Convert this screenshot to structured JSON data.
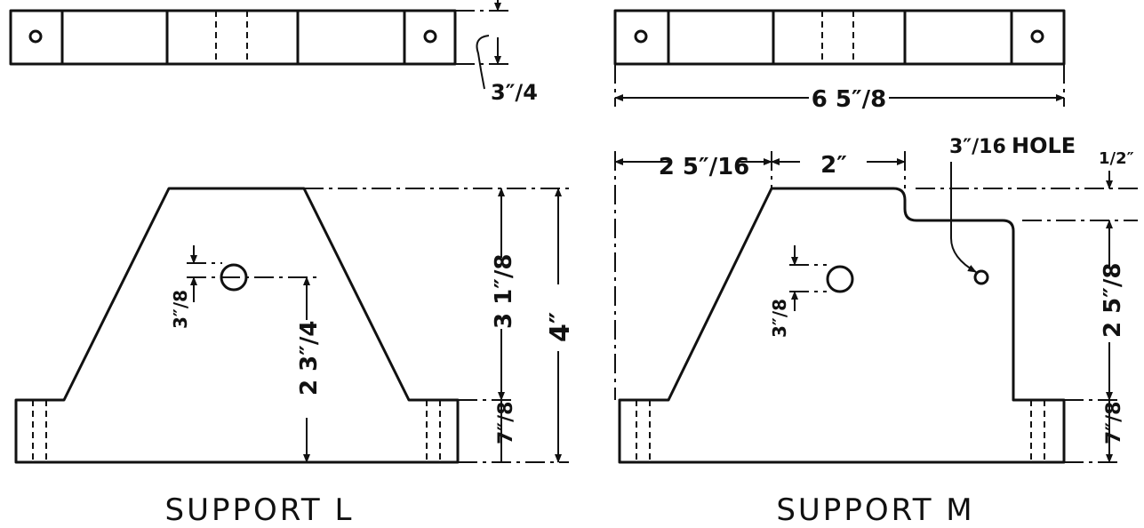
{
  "support_l": {
    "title": "SUPPORT L",
    "dims": {
      "depth": "3″/4",
      "hole_offset": "3″/8",
      "hole_height": "2 3″/4",
      "upper_height": "3 1″/8",
      "total_height": "4″",
      "base_height": "7″/8"
    }
  },
  "support_m": {
    "title": "SUPPORT M",
    "dims": {
      "length": "6 5″/8",
      "left_offset": "2 5″/16",
      "step_width": "2″",
      "small_hole": "3″/16",
      "hole_label": "HOLE",
      "step_drop": "1/2″",
      "upper_height": "2 5″/8",
      "base_height": "7″/8",
      "hole_offset": "3″/8"
    }
  }
}
